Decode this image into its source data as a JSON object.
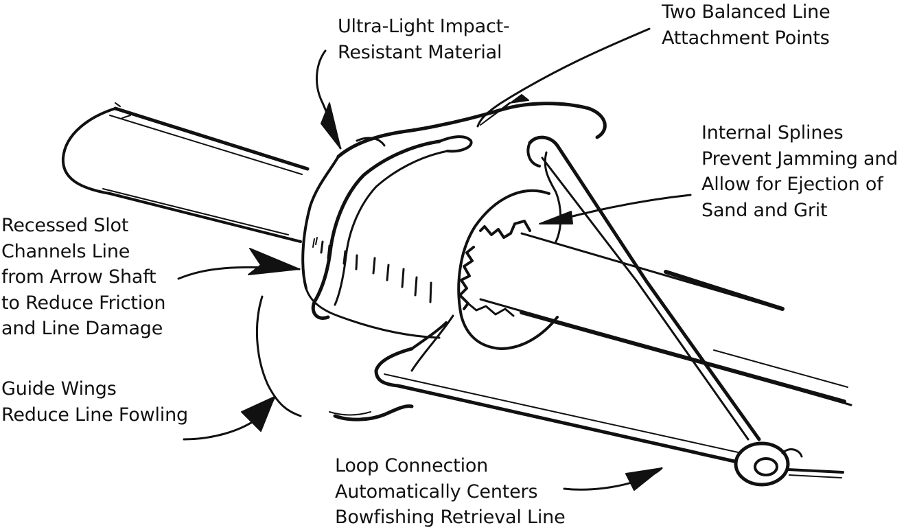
{
  "callouts": {
    "material": [
      "Ultra-Light Impact-",
      "Resistant Material"
    ],
    "attachment": [
      "Two Balanced Line",
      "Attachment Points"
    ],
    "splines": [
      "Internal Splines",
      "Prevent Jamming and",
      "Allow for Ejection of",
      "Sand and Grit"
    ],
    "slot": [
      "Recessed Slot",
      "Channels Line",
      "from Arrow Shaft",
      "to Reduce Friction",
      "and Line Damage"
    ],
    "wings": [
      "Guide Wings",
      "Reduce Line Fowling"
    ],
    "loop": [
      "Loop Connection",
      "Automatically Centers",
      "Bowfishing Retrieval Line"
    ]
  },
  "colors": {
    "ink": "#111111",
    "background": "#ffffff"
  }
}
